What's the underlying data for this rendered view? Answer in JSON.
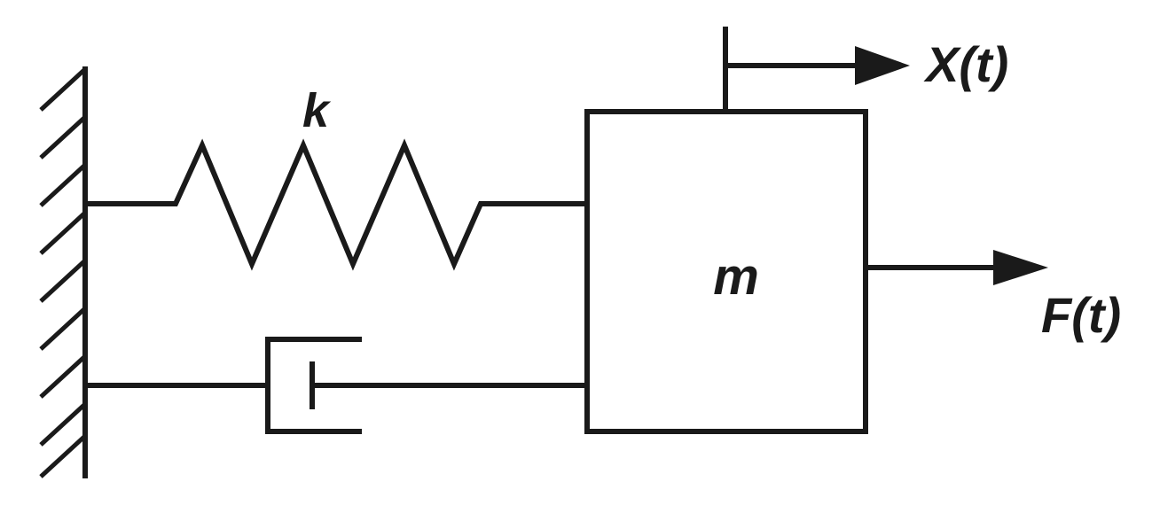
{
  "diagram": {
    "spring_label": "k",
    "mass_label": "m",
    "displacement_label": "X(t)",
    "force_label": "F(t)",
    "line_color": "#1a1a1a",
    "background_color": "#ffffff"
  }
}
